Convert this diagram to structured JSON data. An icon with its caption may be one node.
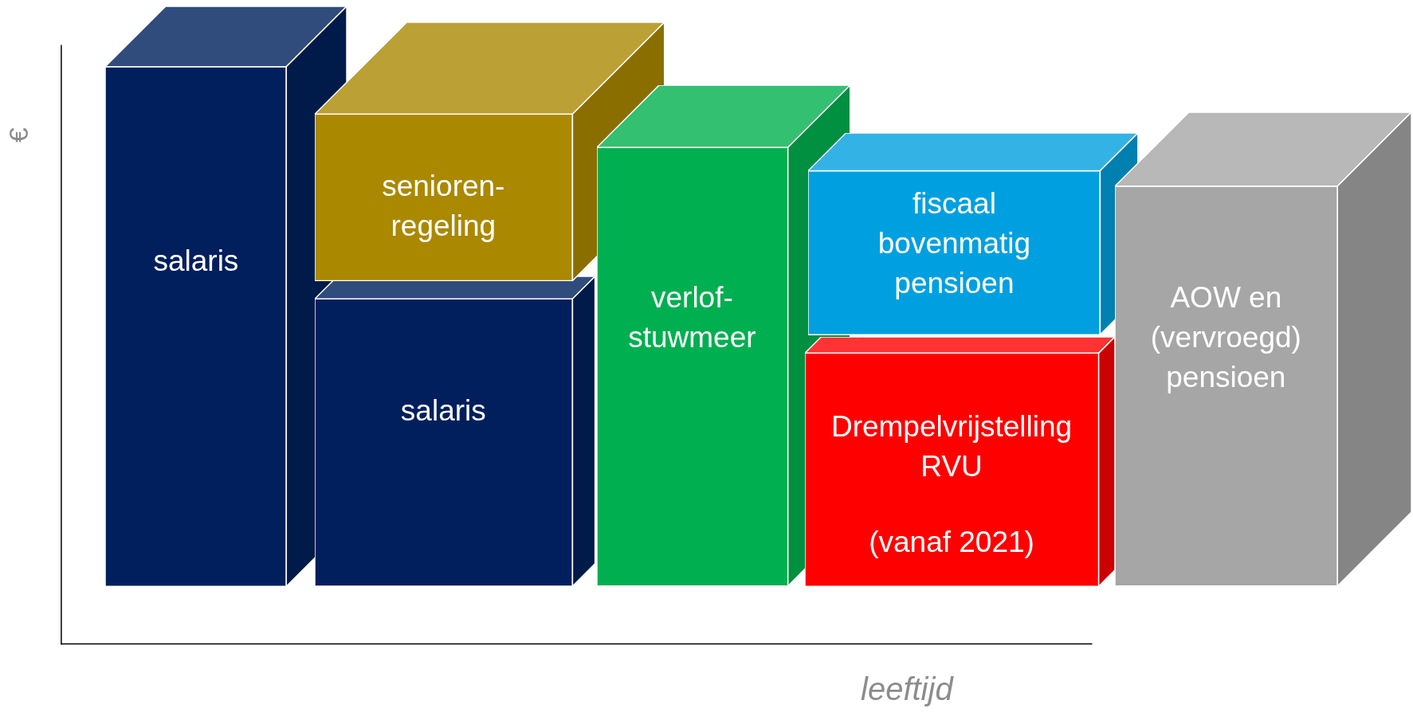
{
  "diagram": {
    "nodes": [
      {
        "text": [
          "salaris"
        ]
      },
      {
        "text": [
          "senioren- regeling"
        ]
      },
      {
        "text": [
          "salaris"
        ]
      },
      {
        "text": [
          "verlof- stuwmeer"
        ]
      },
      {
        "text": [
          "fiscaal bovenmatig pensioen"
        ]
      },
      {
        "text": [
          "Drempelvrijstelling RVU",
          "(vanaf 2021)"
        ]
      },
      {
        "text": [
          "AOW en (vervroegd) pensioen"
        ]
      }
    ],
    "labels": [
      "€",
      "leeftijd"
    ]
  }
}
